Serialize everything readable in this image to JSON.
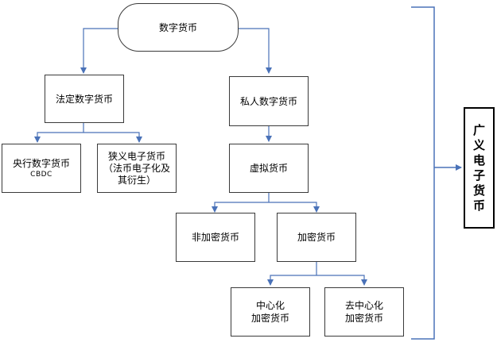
{
  "nodes": {
    "root": {
      "lines": [
        "数字货币"
      ]
    },
    "legal": {
      "lines": [
        "法定数字货币"
      ]
    },
    "private": {
      "lines": [
        "私人数字货币"
      ]
    },
    "cbdc": {
      "lines": [
        "央行数字货币",
        "CBDC"
      ]
    },
    "narrow": {
      "lines": [
        "狭义电子货币",
        "（法币电子化及",
        "其衍生）"
      ]
    },
    "virtual": {
      "lines": [
        "虚拟货币"
      ]
    },
    "non_crypto": {
      "lines": [
        "非加密货币"
      ]
    },
    "crypto": {
      "lines": [
        "加密货币"
      ]
    },
    "centralized": {
      "lines": [
        "中心化",
        "加密货币"
      ]
    },
    "decentralized": {
      "lines": [
        "去中心化",
        "加密货币"
      ]
    }
  },
  "side_label": {
    "chars": [
      "广",
      "义",
      "电",
      "子",
      "货",
      "币"
    ]
  },
  "colors": {
    "arrow": "#4a72b8",
    "bracket": "#4a72b8",
    "border": "#3a3a3a"
  }
}
